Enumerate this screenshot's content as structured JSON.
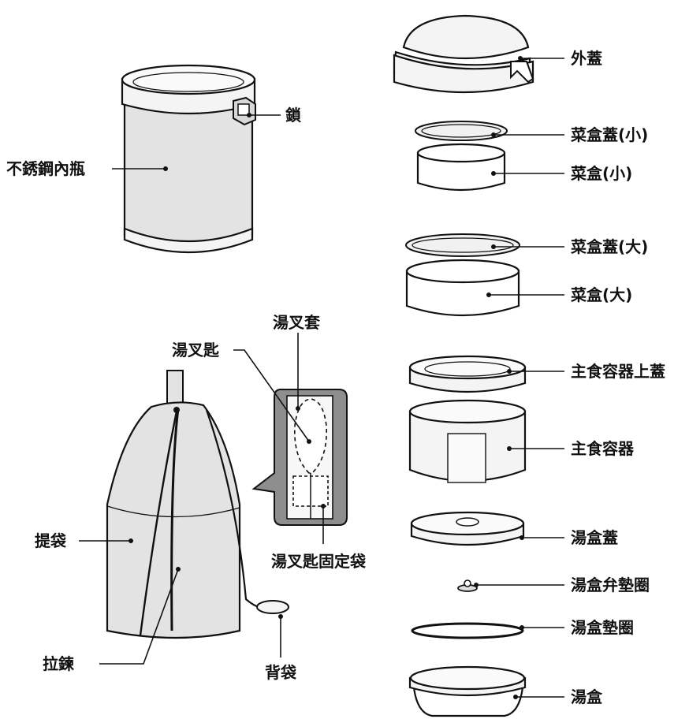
{
  "labels": {
    "outer_lid": "外蓋",
    "lock": "鎖",
    "inner_bottle": "不銹鋼內瓶",
    "dish_lid_small": "菜盒蓋(小)",
    "dish_small": "菜盒(小)",
    "dish_lid_large": "菜盒蓋(大)",
    "dish_large": "菜盒(大)",
    "spork_case": "湯叉套",
    "spork": "湯叉匙",
    "rice_lid": "主食容器上蓋",
    "rice_container": "主食容器",
    "soup_lid": "湯盒蓋",
    "carry_bag": "提袋",
    "valve_gasket": "湯盒弁墊圈",
    "spork_pocket": "湯叉匙固定袋",
    "soup_gasket": "湯盒墊圈",
    "zipper": "拉鍊",
    "back_pocket": "背袋",
    "soup_box": "湯盒"
  },
  "colors": {
    "line": "#111111",
    "fill_gray": "#e3e3e3",
    "fill_light": "#f4f4f4",
    "callout_bg": "#8e8e8e"
  }
}
